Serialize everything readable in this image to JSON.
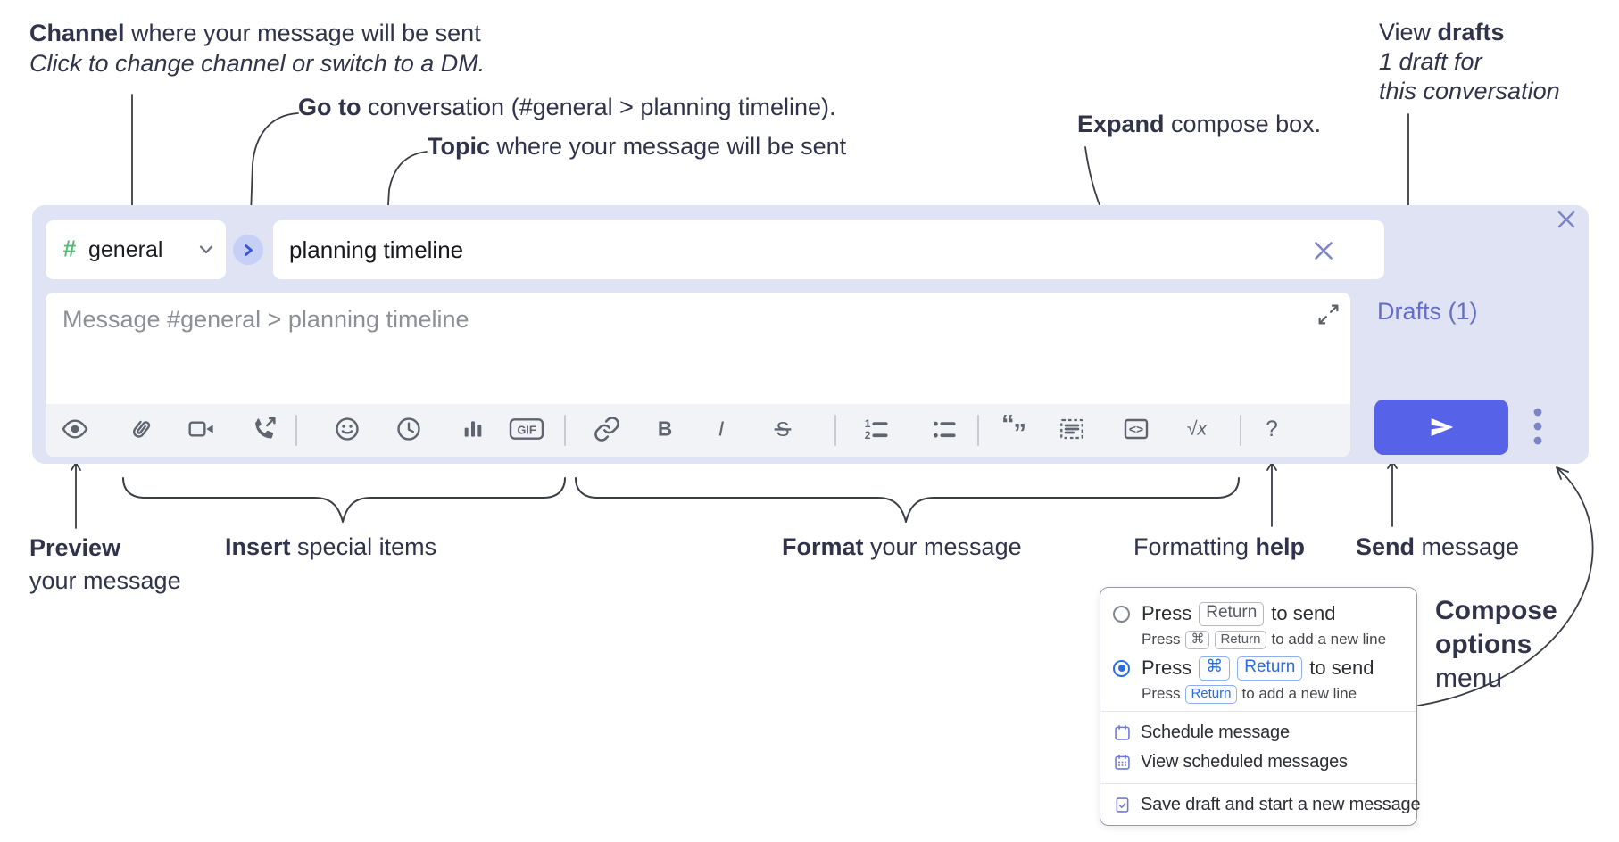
{
  "colors": {
    "compose_bg": "#dfe3f3",
    "send_button": "#5662e8",
    "accent_blue": "#2b6de0",
    "drafts_link": "#646ec6",
    "hash_green": "#55b876",
    "indigo_controls": "#7d85c8"
  },
  "annotations": {
    "channel": {
      "bold": "Channel",
      "rest": " where your message will be sent",
      "line2": "Click to change channel or switch to a DM."
    },
    "goto": {
      "bold": "Go to",
      "rest": " conversation (#general > planning timeline)."
    },
    "topic": {
      "bold": "Topic",
      "rest": " where your message will be sent"
    },
    "expand": {
      "bold": "Expand",
      "rest": " compose box."
    },
    "view_drafts": {
      "pre": "View ",
      "bold": "drafts",
      "line2": "1 draft for",
      "line3": "this conversation"
    },
    "preview": {
      "bold": "Preview",
      "line2": "your message"
    },
    "insert": {
      "bold": "Insert",
      "rest": " special items"
    },
    "format": {
      "bold": "Format",
      "rest": " your message"
    },
    "formatting_help": {
      "pre": "Formatting ",
      "bold": "help"
    },
    "send": {
      "bold": "Send",
      "rest": " message"
    },
    "compose_options": {
      "line1": "Compose",
      "line2": "options",
      "line3": "menu"
    }
  },
  "compose": {
    "channel": {
      "name": "general"
    },
    "topic": {
      "value": "planning timeline"
    },
    "message": {
      "placeholder": "Message #general > planning timeline"
    },
    "drafts_link": "Drafts (1)",
    "toolbar_icons": [
      "preview-eye",
      "attach-file",
      "start-video-call",
      "start-audio-call",
      "emoji",
      "add-global-time",
      "add-poll",
      "add-gif",
      "link",
      "bold",
      "italic",
      "strikethrough",
      "numbered-list",
      "bulleted-list",
      "quote",
      "spoiler",
      "code",
      "math",
      "help"
    ],
    "glyphs": {
      "hash": "#",
      "gif": "GIF",
      "bold": "B",
      "italic": "I",
      "strike": "S",
      "quote_open": "“",
      "quote_close": "”",
      "code": "<>",
      "math": "√x",
      "help": "?",
      "ol1": "1",
      "ol2": "2"
    }
  },
  "menu": {
    "opt1": {
      "press": "Press",
      "key1": "Return",
      "tail": "to send",
      "sub_press": "Press",
      "sub_key1": "⌘",
      "sub_key2": "Return",
      "sub_tail": "to add a new line"
    },
    "opt2": {
      "press": "Press",
      "key1": "⌘",
      "key2": "Return",
      "tail": "to send",
      "sub_press": "Press",
      "sub_key1": "Return",
      "sub_tail": "to add a new line"
    },
    "items": [
      {
        "label": "Schedule message"
      },
      {
        "label": "View scheduled messages"
      },
      {
        "label": "Save draft and start a new message"
      }
    ]
  }
}
